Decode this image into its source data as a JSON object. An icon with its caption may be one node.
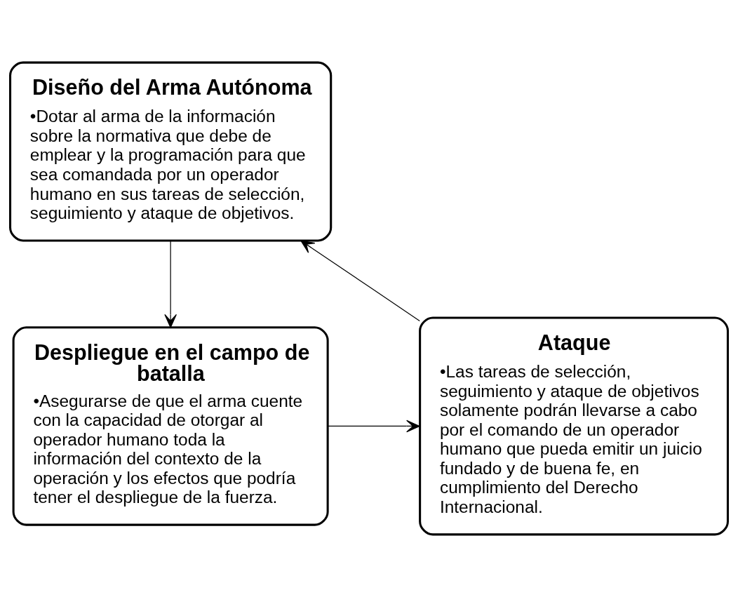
{
  "diagram": {
    "nodes": [
      {
        "text": [
          "Diseño del Arma Autónoma",
          "•Dotar al arma de la información sobre la normativa que debe de emplear y la programación para que sea comandada por un operador humano en sus tareas de selección, seguimiento y ataque de objetivos."
        ]
      },
      {
        "text": [
          "Ataque",
          "•Las tareas de selección, seguimiento y ataque de objetivos solamente podrán llevarse a cabo por el comando de un operador humano que pueda emitir un juicio fundado y de buena fe, en cumplimiento del Derecho Internacional."
        ]
      },
      {
        "text": [
          "Despliegue en el campo de batalla",
          "•Asegurarse de que el arma cuente con la capacidad de otorgar al operador humano toda la información del contexto de la operación y los efectos que podría tener el despliegue de la fuerza."
        ]
      }
    ],
    "edges": [
      {
        "from": 0,
        "to": 2,
        "arrow": "to"
      },
      {
        "from": 2,
        "to": 1,
        "arrow": "to"
      },
      {
        "from": 1,
        "to": 0,
        "arrow": "to"
      }
    ]
  }
}
